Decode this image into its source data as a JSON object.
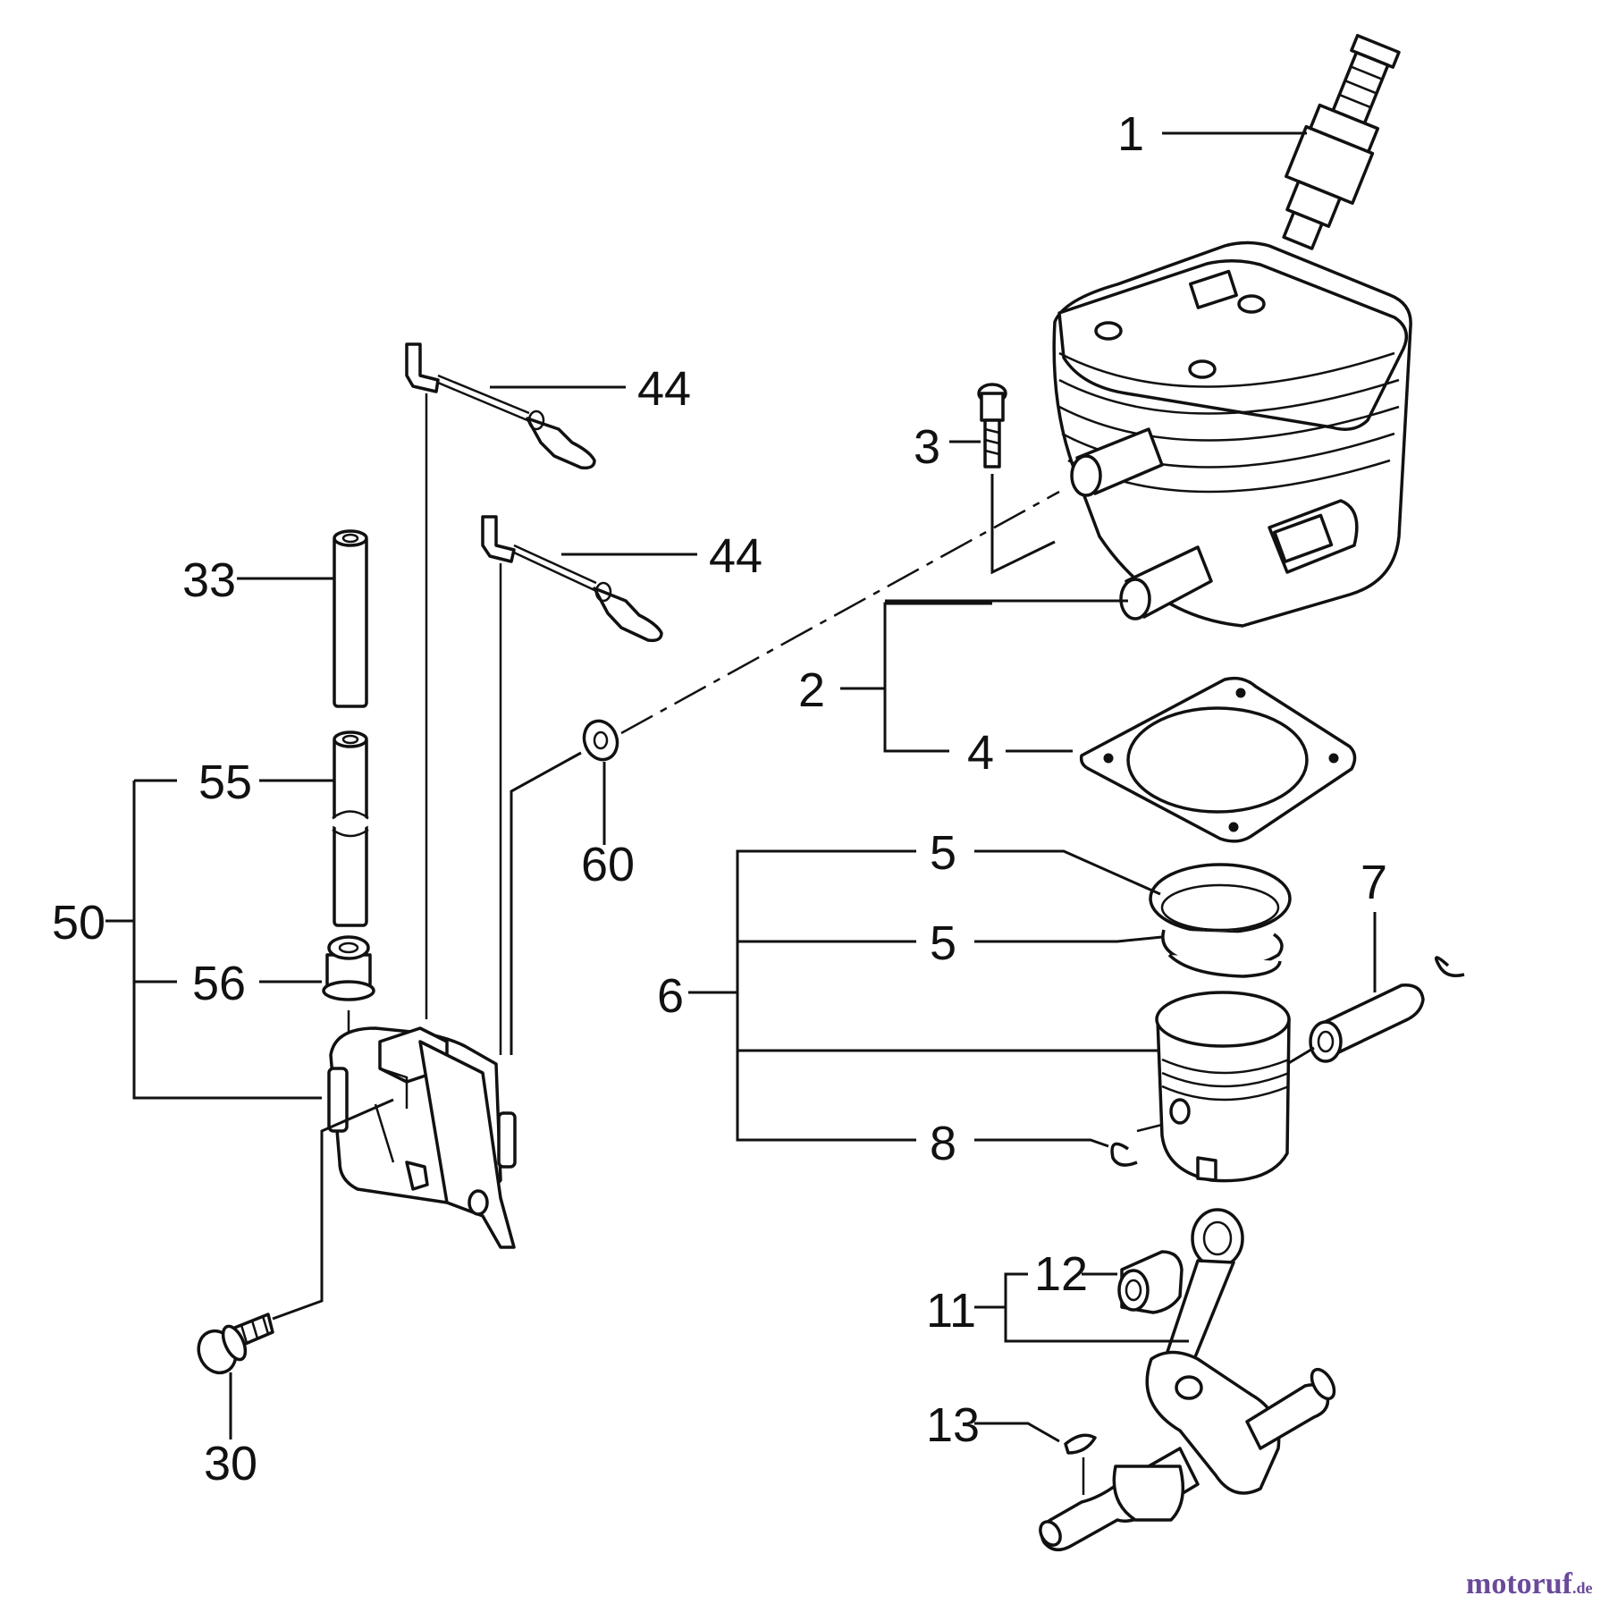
{
  "callouts": {
    "c1": "1",
    "c2": "2",
    "c3": "3",
    "c4": "4",
    "c5a": "5",
    "c5b": "5",
    "c6": "6",
    "c7": "7",
    "c8": "8",
    "c11": "11",
    "c12": "12",
    "c13": "13",
    "c30": "30",
    "c33": "33",
    "c44a": "44",
    "c44b": "44",
    "c50": "50",
    "c55": "55",
    "c56": "56",
    "c60": "60"
  },
  "watermark": {
    "name": "motoruf",
    "tld": ".de"
  },
  "colors": {
    "ink": "#111111",
    "brand": "#6a4a9a"
  }
}
